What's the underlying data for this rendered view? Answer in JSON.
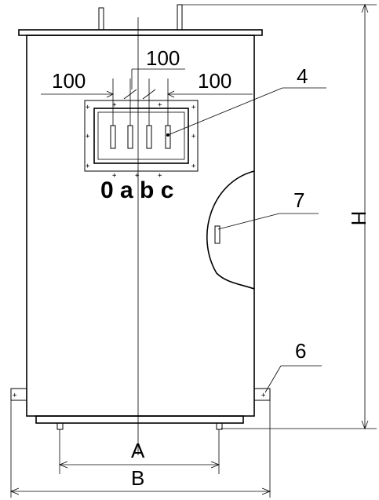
{
  "dimensions": {
    "left_spacing": "100",
    "middle_spacing": "100",
    "right_spacing": "100",
    "height": "H",
    "foot_spacing": "A",
    "overall_width": "B"
  },
  "terminals": {
    "label": "0 a b c"
  },
  "callouts": {
    "terminal_box": "4",
    "side_window": "7",
    "mounting_bracket": "6"
  }
}
